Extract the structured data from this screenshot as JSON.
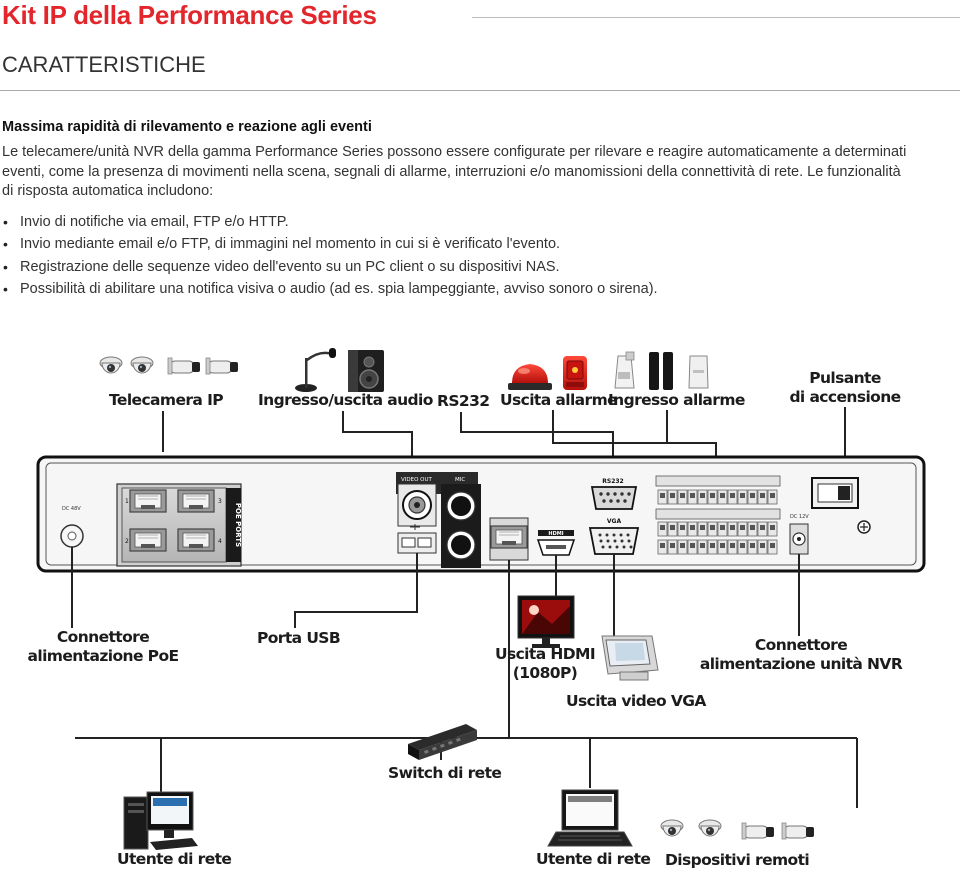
{
  "header": {
    "title": "Kit IP della Performance Series",
    "subtitle": "CARATTERISTICHE"
  },
  "section": {
    "heading": "Massima rapidità di rilevamento e reazione agli eventi",
    "paragraph": "Le telecamere/unità NVR della gamma Performance Series possono essere configurate per rilevare e reagire automaticamente a determinati eventi, come la presenza di movimenti nella scena, segnali di allarme, interruzioni e/o manomissioni della connettività di rete. Le funzionalità di risposta automatica includono:",
    "bullets": [
      "Invio di notifiche via email, FTP e/o HTTP.",
      "Invio mediante email e/o FTP, di immagini nel momento in cui si è verificato l'evento.",
      "Registrazione delle sequenze video dell'evento su un PC client o su dispositivi NAS.",
      "Possibilità di abilitare una notifica visiva o audio (ad es. spia lampeggiante, avviso sonoro o sirena)."
    ]
  },
  "diagram": {
    "labels": {
      "ip_camera": "Telecamera IP",
      "audio_io": "Ingresso/uscita audio",
      "rs232": "RS232",
      "alarm_out": "Uscita allarme",
      "alarm_in": "Ingresso allarme",
      "power_button": "Pulsante\ndi accensione",
      "poe_power": "Connettore\nalimentazione PoE",
      "usb_port": "Porta USB",
      "hdmi_out": "Uscita HDMI\n(1080P)",
      "nvr_power": "Connettore\nalimentazione unità NVR",
      "vga_out": "Uscita video VGA",
      "network_switch": "Switch di rete",
      "network_user_1": "Utente di rete",
      "network_user_2": "Utente di rete",
      "remote_devices": "Dispositivi remoti"
    },
    "panel_text": {
      "poe_ports": "POE PORTS",
      "video_out": "VIDEO OUT",
      "mic": "MIC",
      "rs232_port": "RS232",
      "vga_port": "VGA",
      "hdmi_port": "HDMI",
      "dc_48v": "DC 48V",
      "dc_12v": "DC 12V",
      "port_1": "1",
      "port_2": "2",
      "port_3": "3",
      "port_4": "4"
    }
  }
}
